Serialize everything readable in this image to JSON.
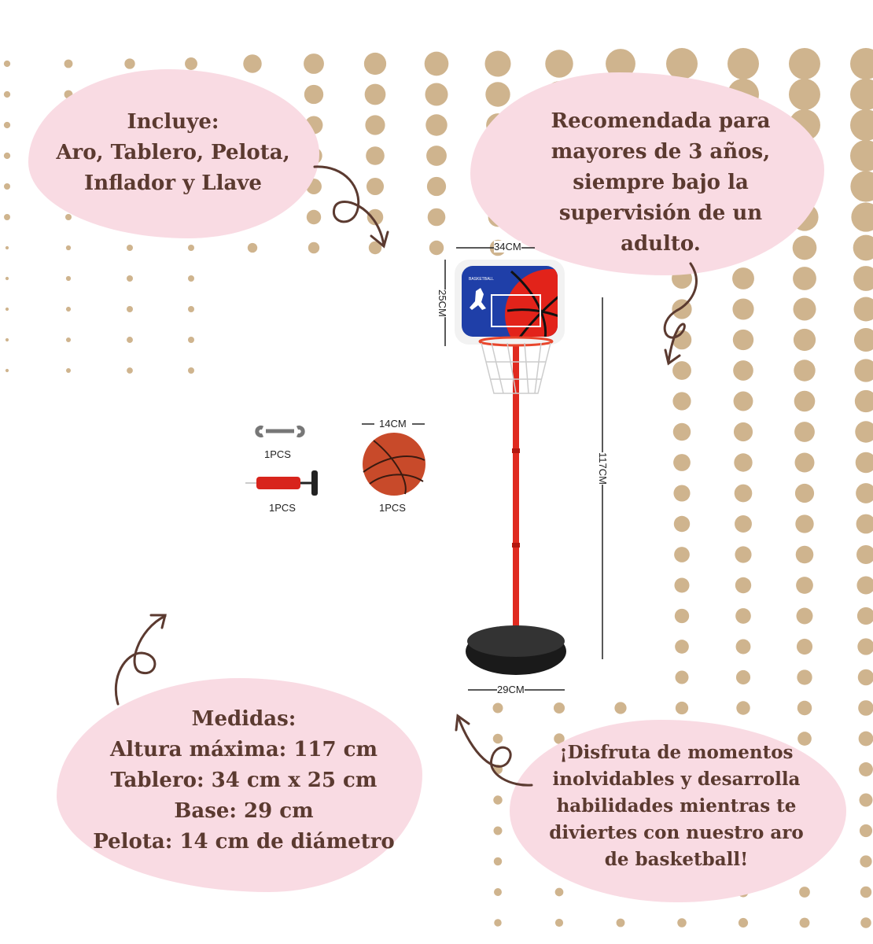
{
  "colors": {
    "dot": "#cfb48e",
    "blob": "#f9dbe3",
    "text": "#5b3a30",
    "arrow": "#5b3a30"
  },
  "includes": {
    "lines": [
      "Incluye:",
      "Aro, Tablero, Pelota,",
      "Inflador y Llave"
    ]
  },
  "age": {
    "lines": [
      "Recomendada para",
      "mayores de 3 años,",
      "siempre bajo la",
      "supervisión de un",
      "adulto."
    ]
  },
  "measures": {
    "lines": [
      "Medidas:",
      "Altura máxima: 117 cm",
      "Tablero: 34 cm x 25 cm",
      "Base: 29 cm",
      "Pelota: 14 cm de diámetro"
    ]
  },
  "enjoy": {
    "lines": [
      "¡Disfruta de momentos",
      "inolvidables y desarrolla",
      "habilidades mientras te",
      "diviertes con nuestro aro",
      "de basketball!"
    ]
  },
  "product": {
    "backboard_width": "34CM",
    "backboard_height": "25CM",
    "height": "117CM",
    "base": "29CM",
    "ball_size": "14CM",
    "backboard_brand": "BASKETBALL",
    "wrench_qty": "1PCS",
    "pump_qty": "1PCS",
    "ball_qty": "1PCS"
  }
}
